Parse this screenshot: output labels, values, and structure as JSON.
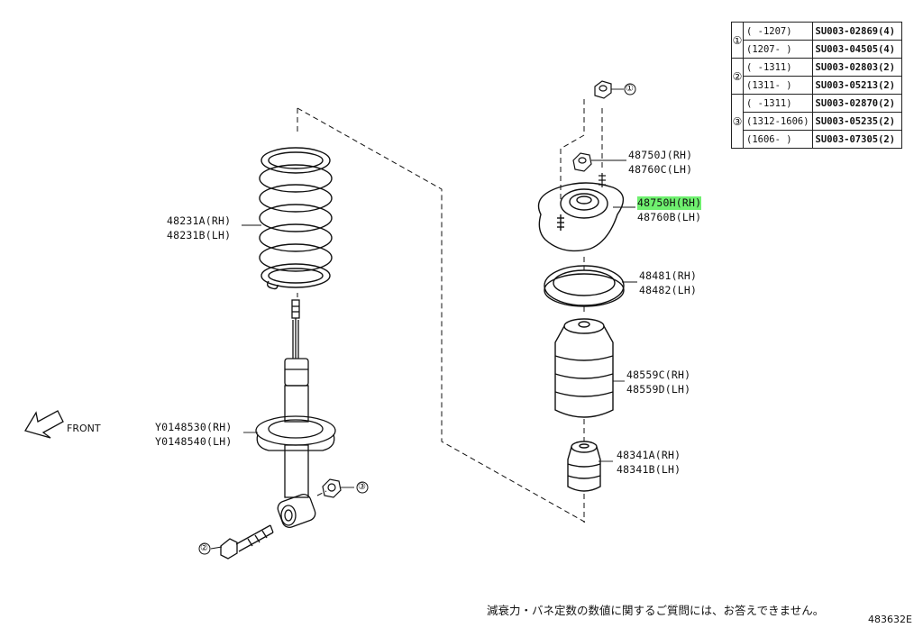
{
  "parts": {
    "spring_rh": "48231A(RH)",
    "spring_lh": "48231B(LH)",
    "absorber_rh": "Y0148530(RH)",
    "absorber_lh": "Y0148540(LH)",
    "support_sub_rh": "48750J(RH)",
    "support_sub_lh": "48760C(LH)",
    "support_rh": "48750H(RH)",
    "support_lh": "48760B(LH)",
    "insulator_rh": "48481(RH)",
    "insulator_lh": "48482(LH)",
    "boot_rh": "48559C(RH)",
    "boot_lh": "48559D(LH)",
    "bumper_rh": "48341A(RH)",
    "bumper_lh": "48341B(LH)"
  },
  "markers": {
    "m1": "①",
    "m2": "②",
    "m3": "③"
  },
  "front_label": "FRONT",
  "note": "減衰力・バネ定数の数値に関するご質問には、お答えできません。",
  "figure_code": "483632E",
  "ref_table": [
    {
      "marker": "①",
      "range": "(   -1207)",
      "part": "SU003-02869(4)"
    },
    {
      "marker": "",
      "range": "(1207-    )",
      "part": "SU003-04505(4)"
    },
    {
      "marker": "②",
      "range": "(   -1311)",
      "part": "SU003-02803(2)"
    },
    {
      "marker": "",
      "range": "(1311-    )",
      "part": "SU003-05213(2)"
    },
    {
      "marker": "③",
      "range": "(   -1311)",
      "part": "SU003-02870(2)"
    },
    {
      "marker": "",
      "range": "(1312-1606)",
      "part": "SU003-05235(2)"
    },
    {
      "marker": "",
      "range": "(1606-    )",
      "part": "SU003-07305(2)"
    }
  ],
  "highlight_color": "#6ff06f"
}
